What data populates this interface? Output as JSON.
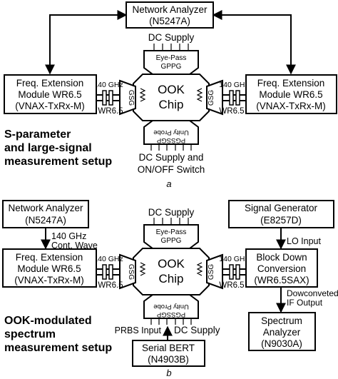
{
  "panel_a": {
    "network_analyzer": {
      "line1": "Network Analyzer",
      "line2": "(N5247A)"
    },
    "dc_supply": "DC Supply",
    "eye_pass": {
      "line1": "Eye-Pass",
      "line2": "GPPG"
    },
    "unity_probe": {
      "line1": "Unity Probe",
      "line2": "PGSSGP"
    },
    "chip": {
      "line1": "OOK",
      "line2": "Chip"
    },
    "gsg": "GSG",
    "left_module": {
      "line1": "Freq. Extension",
      "line2": "Module WR6.5",
      "line3": "(VNAX-TxRx-M)"
    },
    "right_module": {
      "line1": "Freq. Extension",
      "line2": "Module WR6.5",
      "line3": "(VNAX-TxRx-M)"
    },
    "freq": "140 GHz",
    "waveguide": "WR6.5",
    "setup_label": {
      "line1": "S-parameter",
      "line2": "and large-signal",
      "line3": "measurement setup"
    },
    "dc_switch": {
      "line1": "DC Supply and",
      "line2": "ON/OFF Switch"
    },
    "caption": "a"
  },
  "panel_b": {
    "network_analyzer": {
      "line1": "Network Analyzer",
      "line2": "(N5247A)"
    },
    "dc_supply_top": "DC Supply",
    "signal_generator": {
      "line1": "Signal Generator",
      "line2": "(E8257D)"
    },
    "cont_wave": {
      "line1": "140 GHz",
      "line2": "Cont. Wave"
    },
    "lo_input": "LO Input",
    "eye_pass": {
      "line1": "Eye-Pass",
      "line2": "GPPG"
    },
    "unity_probe": {
      "line1": "Unity Probe",
      "line2": "PGSSGP"
    },
    "chip": {
      "line1": "OOK",
      "line2": "Chip"
    },
    "gsg": "GSG",
    "left_module": {
      "line1": "Freq. Extension",
      "line2": "Module WR6.5",
      "line3": "(VNAX-TxRx-M)"
    },
    "block_down": {
      "line1": "Block Down",
      "line2": "Conversion",
      "line3": "(WR6.5SAX)"
    },
    "freq": "140 GHz",
    "waveguide": "WR6.5",
    "downconverted": {
      "line1": "Dowconveted",
      "line2": "IF Output"
    },
    "spectrum_analyzer": {
      "line1": "Spectrum",
      "line2": "Analyzer",
      "line3": "(N9030A)"
    },
    "setup_label": {
      "line1": "OOK-modulated",
      "line2": "spectrum",
      "line3": "measurement setup"
    },
    "prbs_input": "PRBS Input",
    "dc_supply_bottom": "DC Supply",
    "serial_bert": {
      "line1": "Serial BERT",
      "line2": "(N4903B)"
    },
    "caption": "b"
  }
}
